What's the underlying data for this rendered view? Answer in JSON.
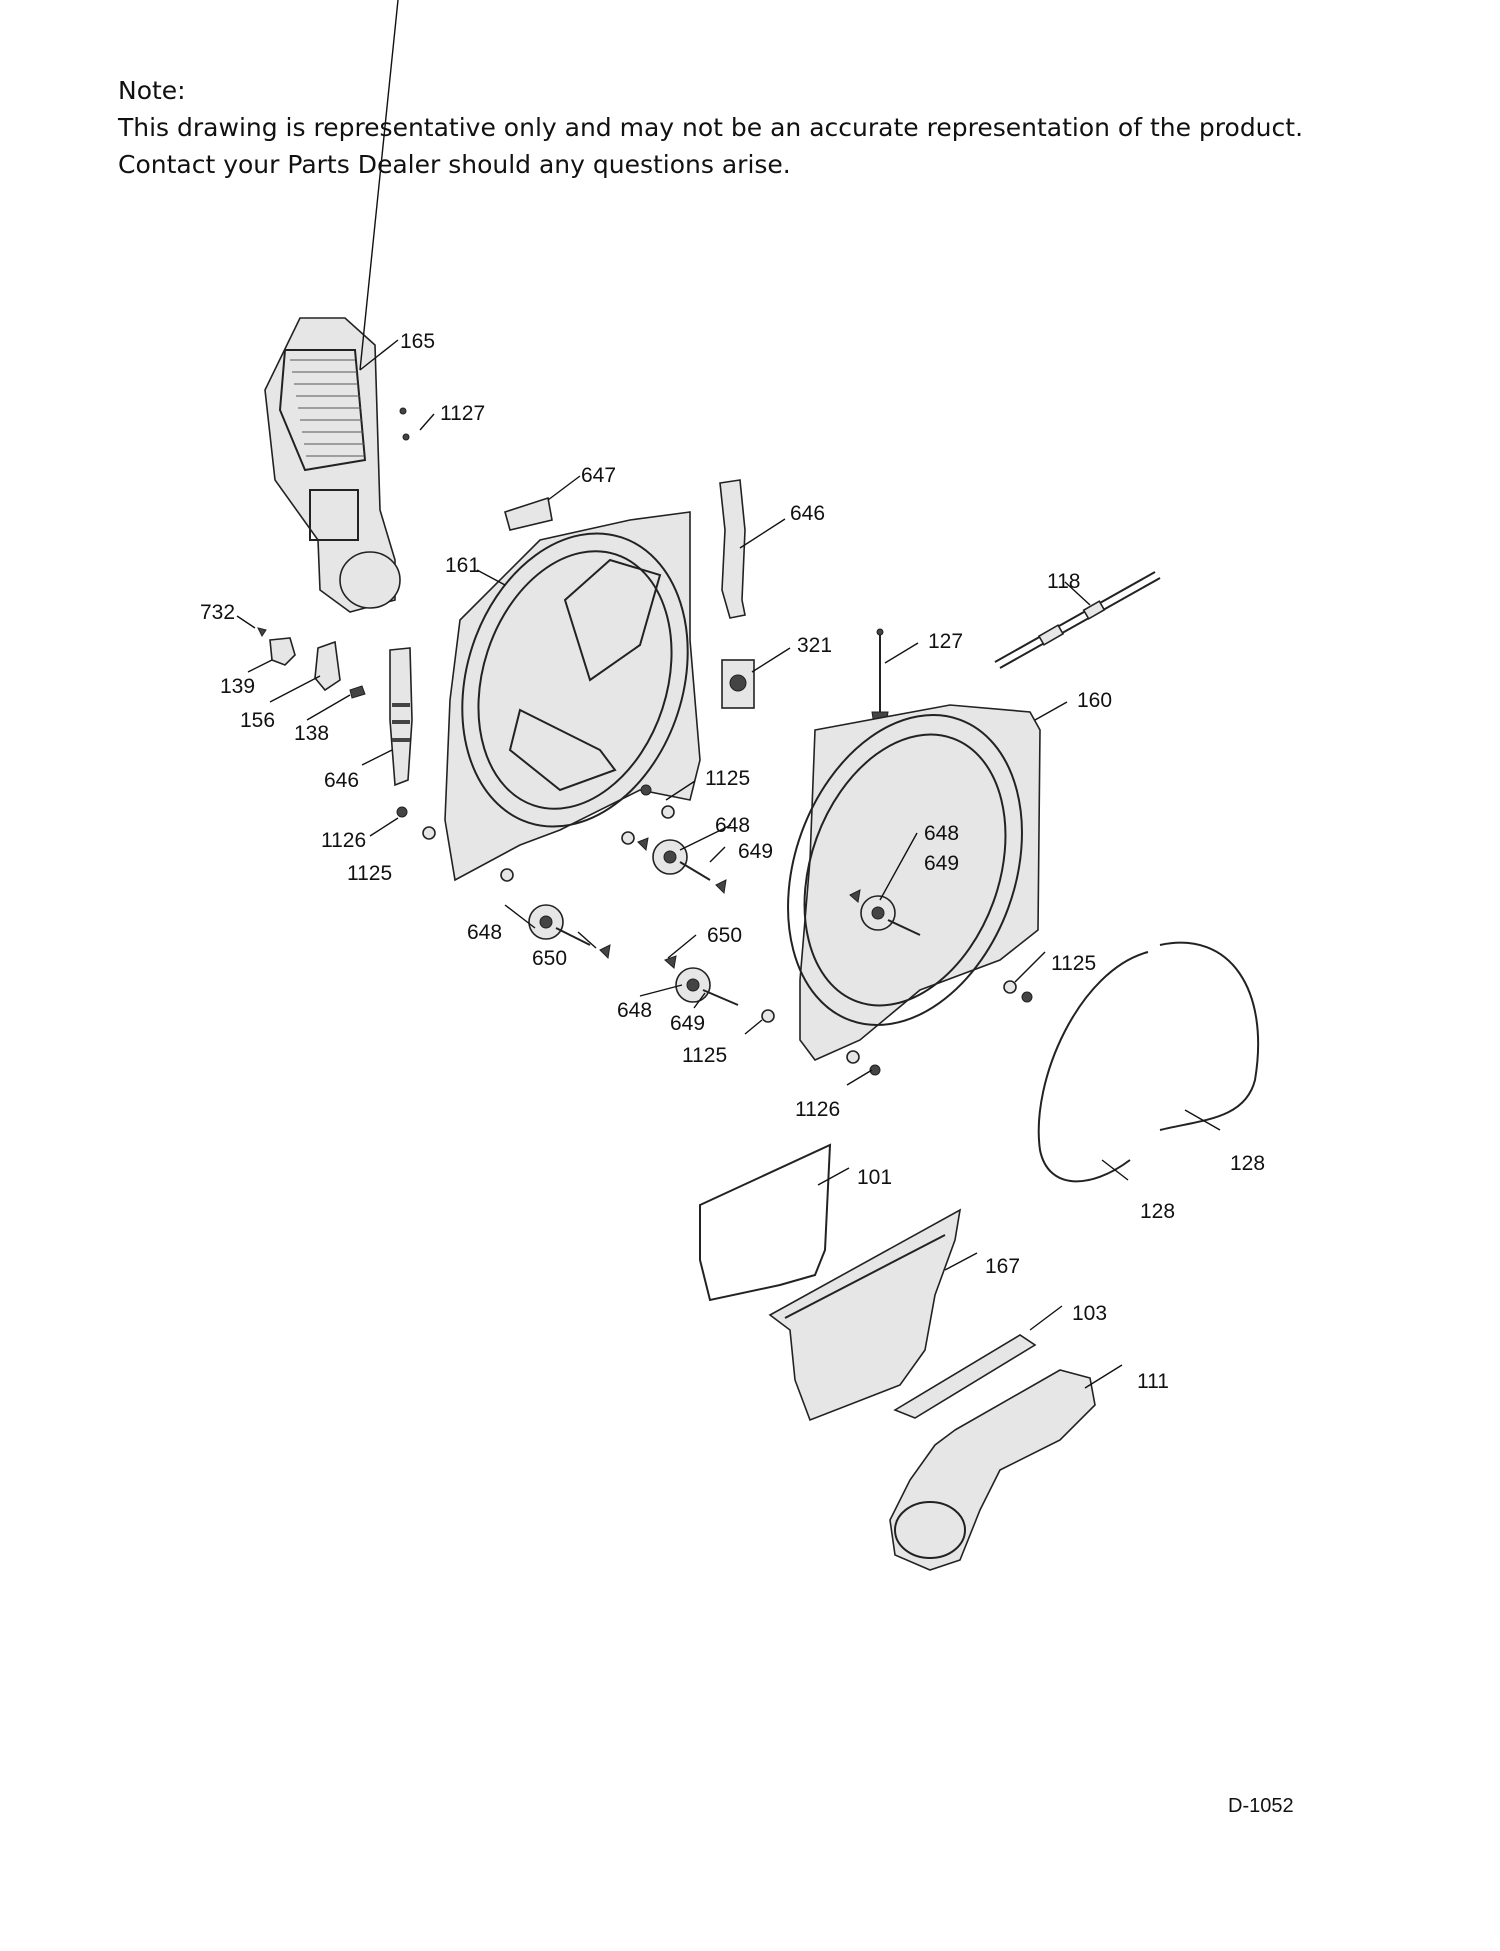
{
  "note": {
    "heading": "Note:",
    "line1": "This drawing is representative only and may not be an accurate representation of the product.",
    "line2": "Contact your Parts Dealer should any questions arise."
  },
  "diagram": {
    "callouts": [
      {
        "id": "c165",
        "text": "165"
      },
      {
        "id": "c1127",
        "text": "1127"
      },
      {
        "id": "c647",
        "text": "647"
      },
      {
        "id": "c646a",
        "text": "646"
      },
      {
        "id": "c161",
        "text": "161"
      },
      {
        "id": "c118",
        "text": "118"
      },
      {
        "id": "c732",
        "text": "732"
      },
      {
        "id": "c139",
        "text": "139"
      },
      {
        "id": "c156",
        "text": "156"
      },
      {
        "id": "c138",
        "text": "138"
      },
      {
        "id": "c646b",
        "text": "646"
      },
      {
        "id": "c321",
        "text": "321"
      },
      {
        "id": "c127",
        "text": "127"
      },
      {
        "id": "c160",
        "text": "160"
      },
      {
        "id": "c1125a",
        "text": "1125"
      },
      {
        "id": "c1126a",
        "text": "1126"
      },
      {
        "id": "c1125b",
        "text": "1125"
      },
      {
        "id": "c648a",
        "text": "648"
      },
      {
        "id": "c649a",
        "text": "649"
      },
      {
        "id": "c648b",
        "text": "648"
      },
      {
        "id": "c650a",
        "text": "650"
      },
      {
        "id": "c648c",
        "text": "648"
      },
      {
        "id": "c649b",
        "text": "649"
      },
      {
        "id": "c650b",
        "text": "650"
      },
      {
        "id": "c648d",
        "text": "648"
      },
      {
        "id": "c649c",
        "text": "649"
      },
      {
        "id": "c1125c",
        "text": "1125"
      },
      {
        "id": "c1125d",
        "text": "1125"
      },
      {
        "id": "c1126b",
        "text": "1126"
      },
      {
        "id": "c128a",
        "text": "128"
      },
      {
        "id": "c128b",
        "text": "128"
      },
      {
        "id": "c101",
        "text": "101"
      },
      {
        "id": "c167",
        "text": "167"
      },
      {
        "id": "c103",
        "text": "103"
      },
      {
        "id": "c111",
        "text": "111"
      }
    ]
  },
  "drawing_code": "D-1052"
}
